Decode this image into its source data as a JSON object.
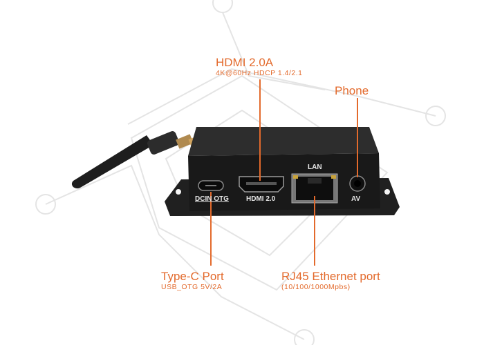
{
  "callouts": {
    "hdmi": {
      "title": "HDMI 2.0A",
      "subtitle": "4K@60Hz HDCP 1.4/2.1"
    },
    "phone": {
      "title": "Phone"
    },
    "typec": {
      "title": "Type-C Port",
      "subtitle": "USB_OTG 5V/2A"
    },
    "rj45": {
      "title": "RJ45 Ethernet port",
      "subtitle": "(10/100/1000Mpbs)"
    }
  },
  "device": {
    "port_labels": {
      "dcin": "DCIN OTG",
      "hdmi": "HDMI 2.0",
      "lan": "LAN",
      "av": "AV"
    }
  },
  "colors": {
    "accent": "#e36a2c",
    "device_body": "#1c1c1c",
    "watermark": "#e6e6e6"
  }
}
